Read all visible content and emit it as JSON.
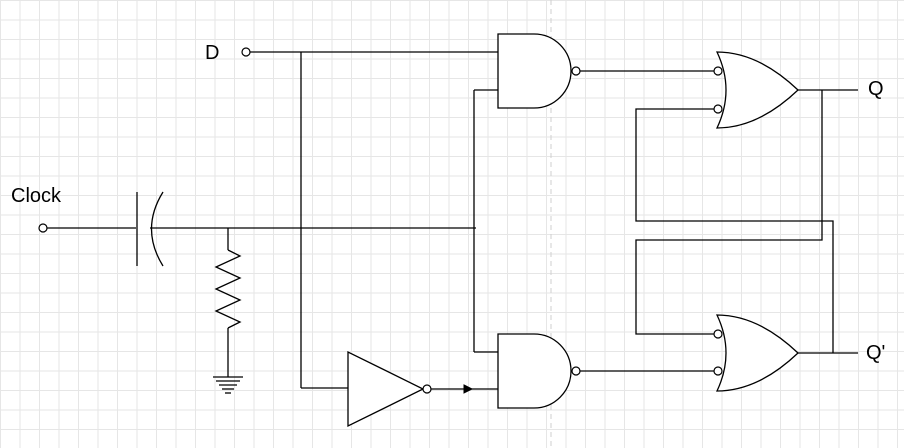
{
  "labels": {
    "d": "D",
    "clock": "Clock",
    "q": "Q",
    "q_bar": "Q'"
  },
  "colors": {
    "line": "#000000",
    "grid": "#e6e6e6",
    "background": "#ffffff"
  }
}
